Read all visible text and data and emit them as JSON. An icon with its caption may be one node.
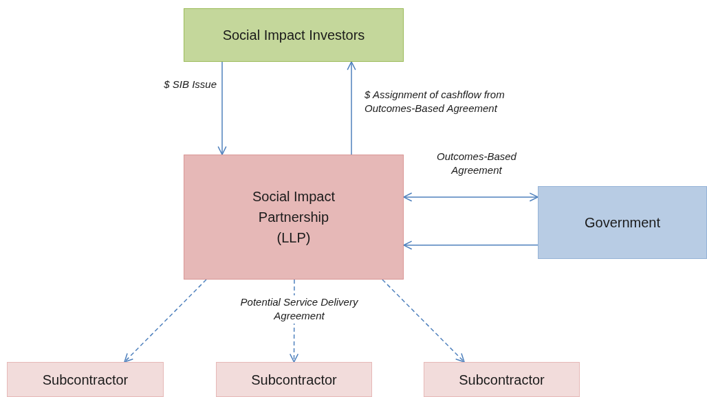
{
  "diagram": {
    "nodes": [
      {
        "text": [
          "Social Impact Investors"
        ]
      },
      {
        "text": [
          "Social Impact Partnership (LLP)"
        ]
      },
      {
        "text": [
          "Government"
        ]
      },
      {
        "text": [
          "Subcontractor"
        ]
      },
      {
        "text": [
          "Subcontractor"
        ]
      },
      {
        "text": [
          "Subcontractor"
        ]
      }
    ],
    "edges": [
      {
        "from": 0,
        "to": 1,
        "arrow": "to",
        "label": "$ SIB Issue"
      },
      {
        "from": 1,
        "to": 0,
        "arrow": "to",
        "label": "$ Assignment of cashflow from Outcomes-Based Agreement"
      },
      {
        "from": 1,
        "to": 2,
        "arrow": "both",
        "label": "Outcomes-Based Agreement"
      },
      {
        "from": 2,
        "to": 1,
        "arrow": "to"
      },
      {
        "from": 1,
        "to": 3,
        "arrow": "to",
        "style": "dashed"
      },
      {
        "from": 1,
        "to": 4,
        "arrow": "to",
        "style": "dashed",
        "label": "Potential Service Delivery Agreement"
      },
      {
        "from": 1,
        "to": 5,
        "arrow": "to",
        "style": "dashed"
      }
    ]
  }
}
